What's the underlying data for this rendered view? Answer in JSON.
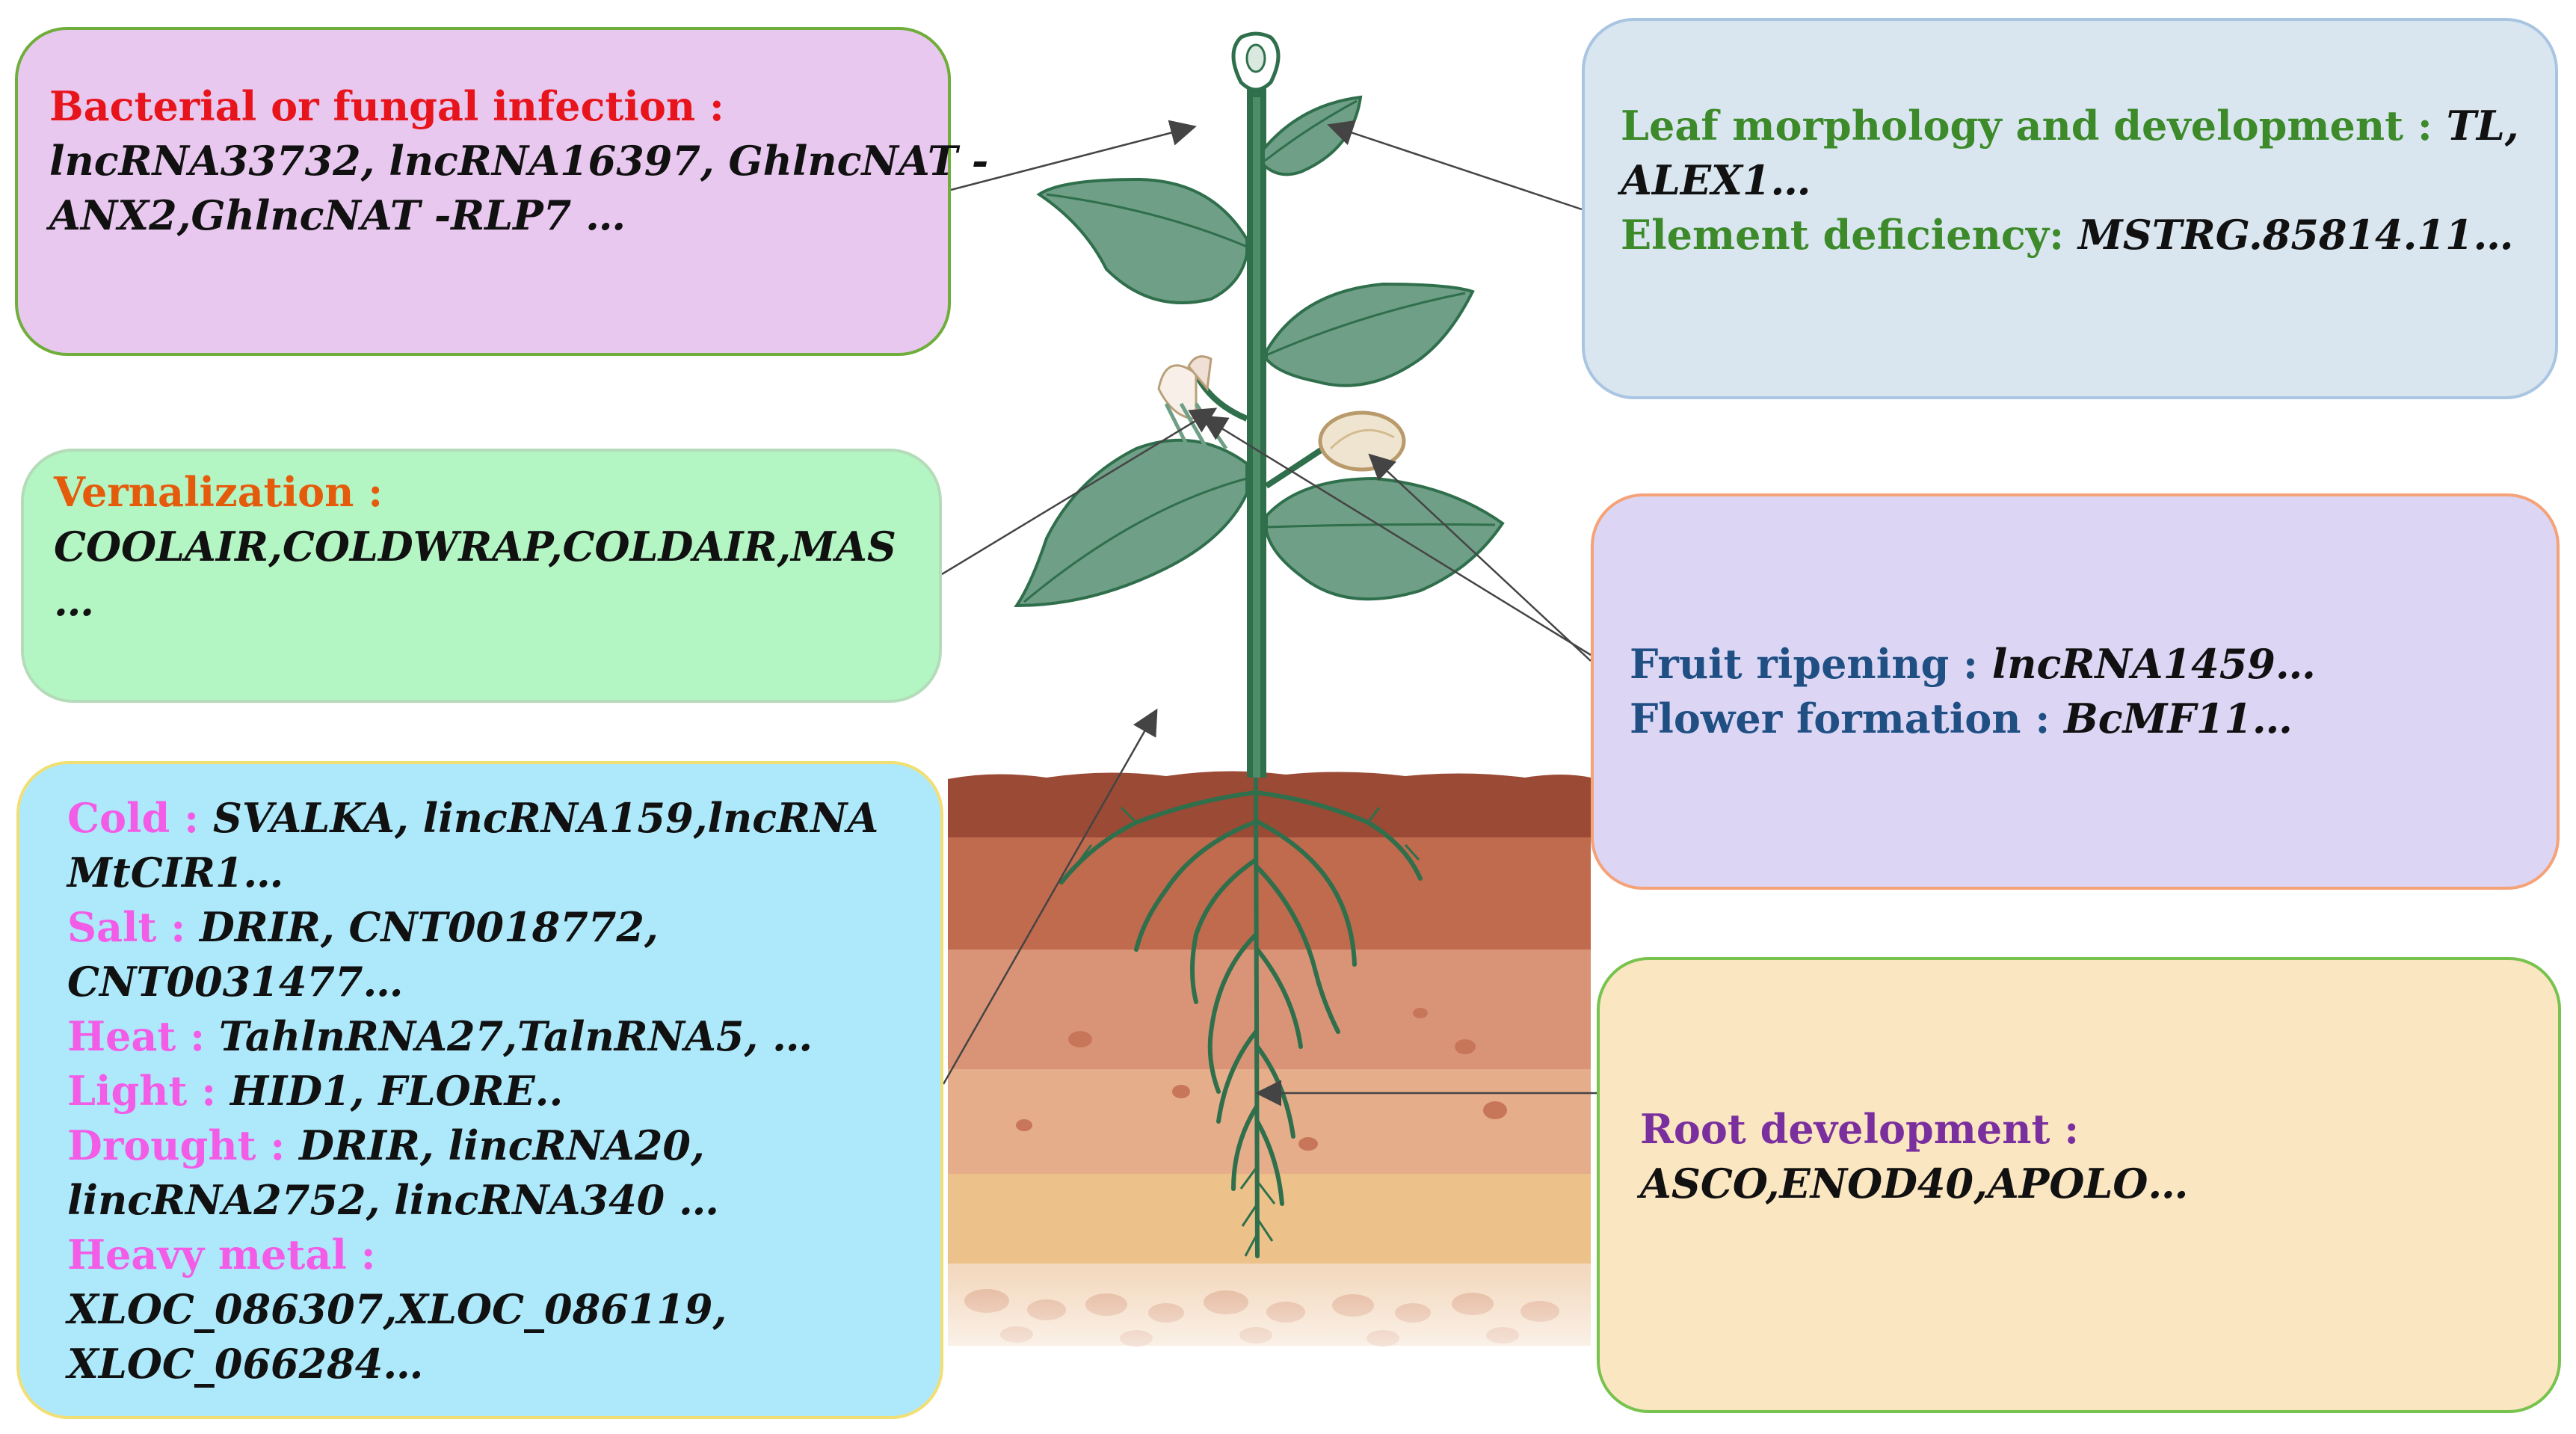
{
  "colors": {
    "infection_label": "#e8141c",
    "vernalization_label": "#e55b0c",
    "abiotic_label": "#f25ce6",
    "leaf_label": "#3d8a2a",
    "fruit_label": "#1f4f83",
    "root_label": "#7a2f9e",
    "plant_green": "#2f6f4c",
    "leaf_green": "#6f9f86"
  },
  "boxes": {
    "infection": {
      "label": "Bacterial or fungal infection :",
      "line1": "lncRNA33732, lncRNA16397, GhlncNAT -",
      "line2": "ANX2,GhlncNAT -RLP7 …"
    },
    "vernalization": {
      "label": "Vernalization :",
      "line1": "COOLAIR,COLDWRAP,COLDAIR,MAS",
      "line2": "…"
    },
    "abiotic": {
      "cold_label": "Cold :",
      "cold_line1": "SVALKA, lincRNA159,lncRNA",
      "cold_line2": "MtCIR1…",
      "salt_label": "Salt :",
      "salt_line1": "DRIR, CNT0018772,",
      "salt_line2": "CNT0031477…",
      "heat_label": "Heat :",
      "heat_line1": "TahlnRNA27,TalnRNA5,  …",
      "light_label": "Light :",
      "light_line1": "HID1, FLORE..",
      "drought_label": "Drought :",
      "drought_line1": "DRIR, lincRNA20,",
      "drought_line2": "lincRNA2752, lincRNA340  …",
      "metal_label": "Heavy metal :",
      "metal_line1": "XLOC_086307,XLOC_086119,",
      "metal_line2": "XLOC_066284…"
    },
    "leaf": {
      "label": "Leaf morphology and development :",
      "line1": "TL,",
      "line2": "ALEX1…",
      "deficiency_label": "Element deficiency:",
      "deficiency_line": "MSTRG.85814.11…"
    },
    "fruit": {
      "ripening_label": "Fruit ripening :",
      "ripening_line": "lncRNA1459…",
      "flower_label": "Flower formation :",
      "flower_line": "BcMF11…"
    },
    "root": {
      "label": "Root development :",
      "line1": "ASCO,ENOD40,APOLO…"
    }
  }
}
